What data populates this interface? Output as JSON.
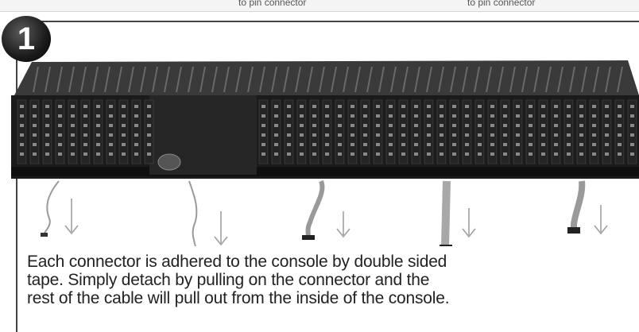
{
  "step": {
    "number": "1"
  },
  "header_captions": [
    {
      "text": "to pin connector"
    },
    {
      "text": "to pin connector"
    }
  ],
  "caption": {
    "line1": "Each connector is adhered to the console by double sided",
    "line2": "tape.  Simply detach by pulling on the connector and the",
    "line3": "rest of the cable will pull out from the inside of the console."
  },
  "colors": {
    "console_body": "#1b1b1b",
    "console_top": "#3a3a3a",
    "text": "#222222"
  }
}
